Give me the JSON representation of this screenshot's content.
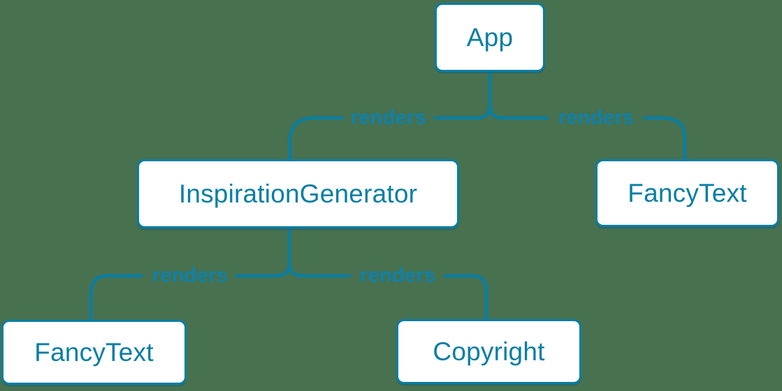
{
  "diagram": {
    "type": "component-render-tree",
    "colors": {
      "background": "#47714f",
      "line": "#087ea4",
      "node_fill": "#ffffff",
      "node_text": "#087ea4",
      "edge_label_text": "#0e81ac"
    },
    "nodes": {
      "app": {
        "label": "App"
      },
      "inspiration_generator": {
        "label": "InspirationGenerator"
      },
      "fancy_text_top": {
        "label": "FancyText"
      },
      "fancy_text_bottom": {
        "label": "FancyText"
      },
      "copyright": {
        "label": "Copyright"
      }
    },
    "edges": {
      "app_to_inspiration_generator": {
        "from": "app",
        "to": "inspiration_generator",
        "label": "renders"
      },
      "app_to_fancy_text": {
        "from": "app",
        "to": "fancy_text_top",
        "label": "renders"
      },
      "inspiration_generator_to_fancy_text": {
        "from": "inspiration_generator",
        "to": "fancy_text_bottom",
        "label": "renders"
      },
      "inspiration_generator_to_copyright": {
        "from": "inspiration_generator",
        "to": "copyright",
        "label": "renders"
      }
    }
  }
}
